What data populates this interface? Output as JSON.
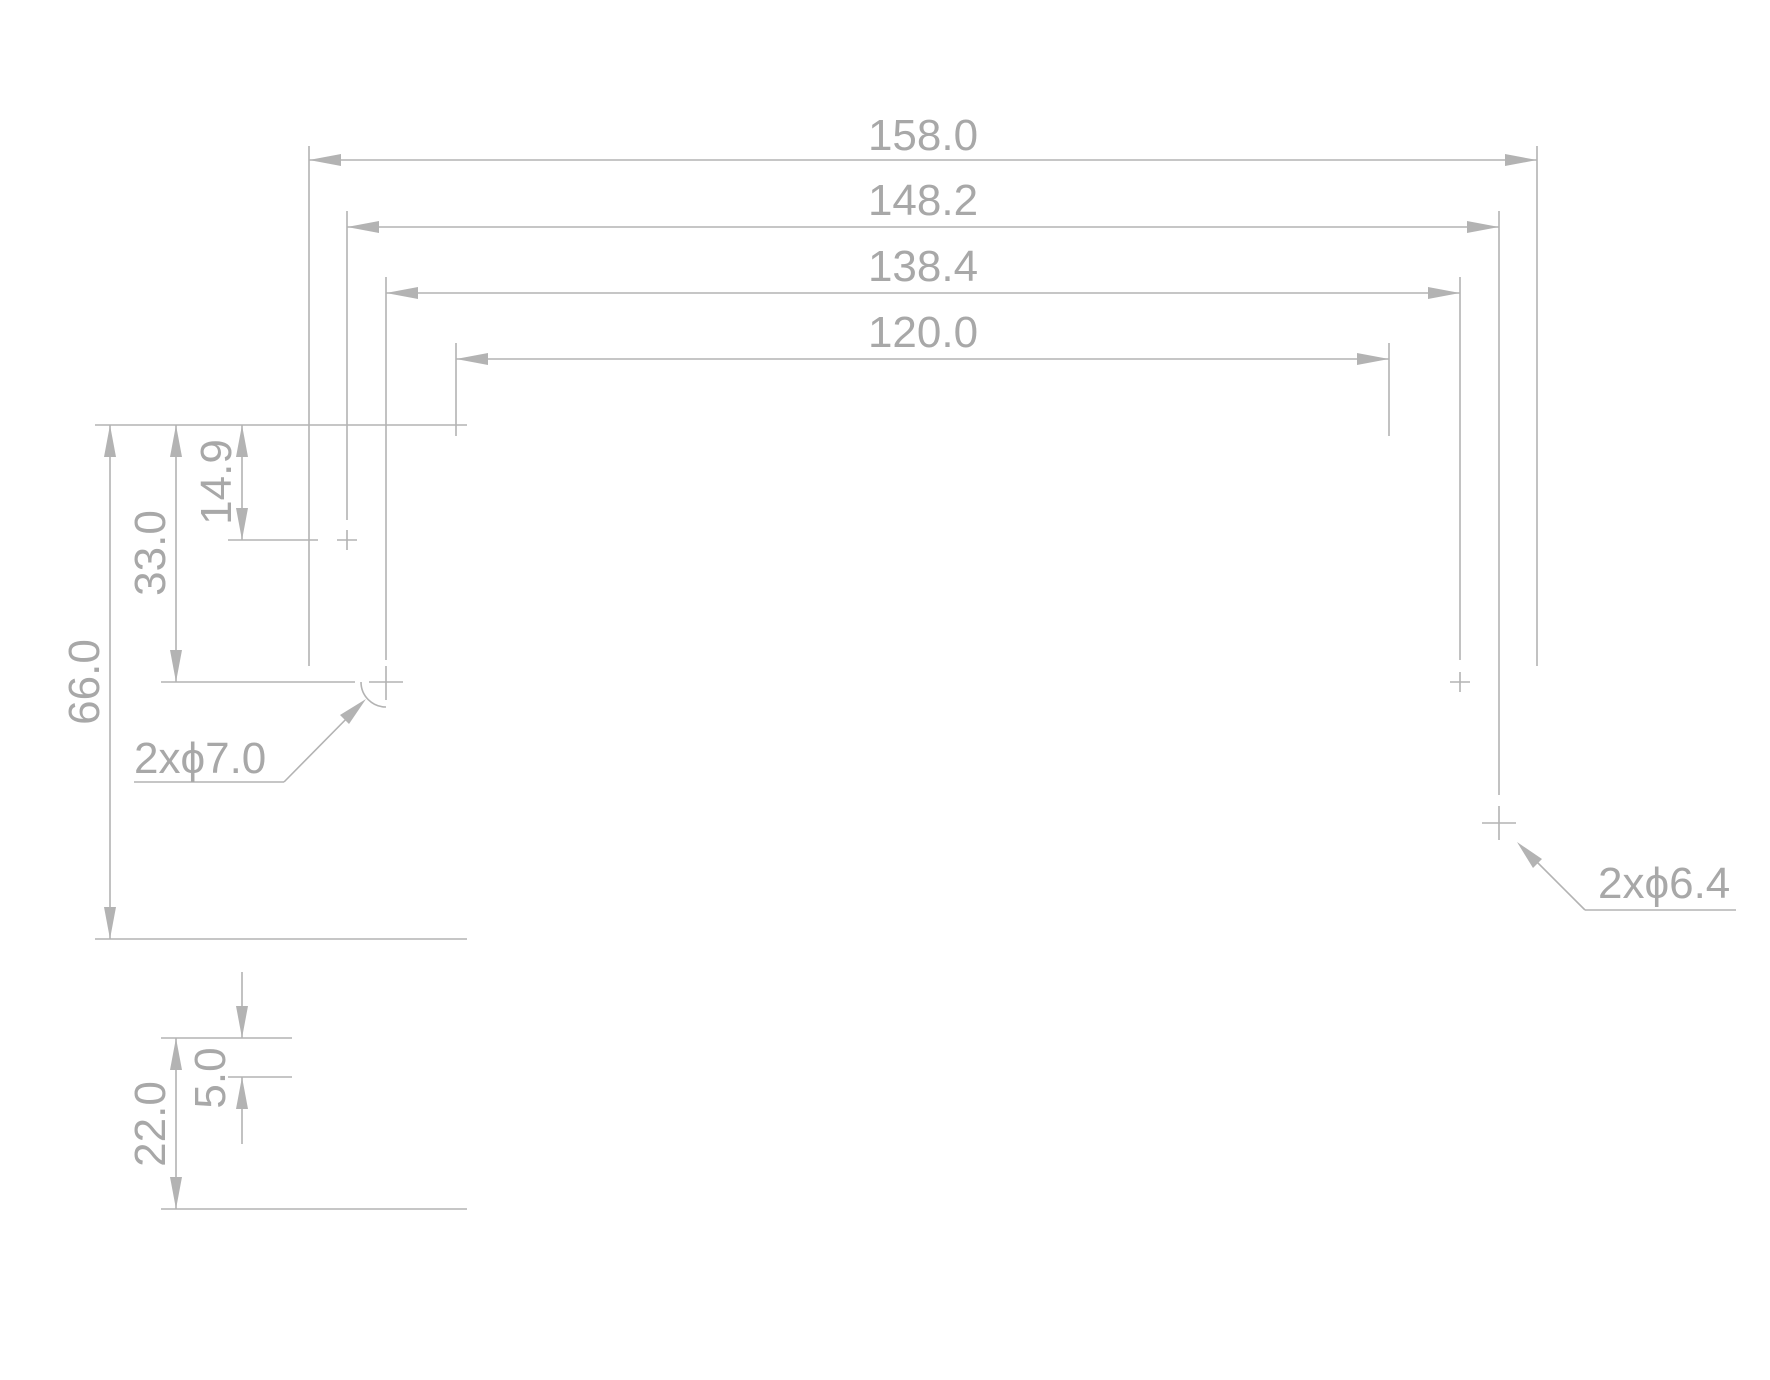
{
  "drawing": {
    "line_color": "#b3b3b3",
    "text_color": "#a8a8a8",
    "horizontal_dims": [
      "158.0",
      "148.2",
      "138.4",
      "120.0"
    ],
    "vertical_dims": {
      "d66": "66.0",
      "d33": "33.0",
      "d149": "14.9",
      "d22": "22.0",
      "d5": "5.0"
    },
    "callouts": {
      "hole_a": "2xϕ7.0",
      "hole_b": "2xϕ6.4"
    }
  }
}
